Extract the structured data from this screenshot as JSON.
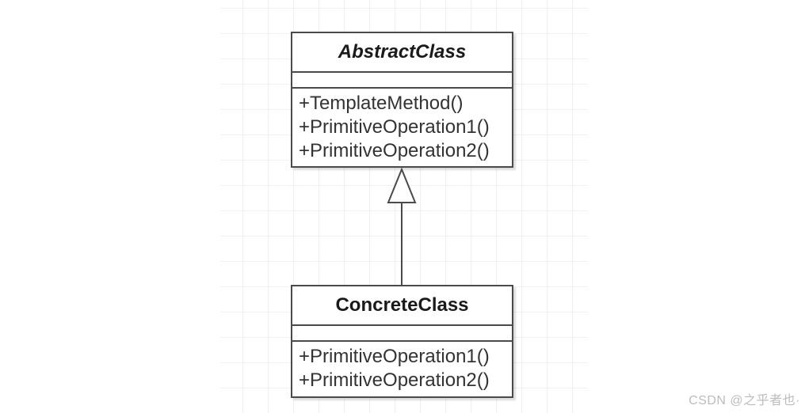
{
  "classes": [
    {
      "name": "AbstractClass",
      "kind": "abstract",
      "attributes": [],
      "methods": [
        "+TemplateMethod()",
        "+PrimitiveOperation1()",
        "+PrimitiveOperation2()"
      ]
    },
    {
      "name": "ConcreteClass",
      "kind": "concrete",
      "attributes": [],
      "methods": [
        "+PrimitiveOperation1()",
        "+PrimitiveOperation2()"
      ]
    }
  ],
  "connector": {
    "type": "generalization",
    "from": "ConcreteClass",
    "to": "AbstractClass"
  },
  "watermark": {
    "text": "CSDN @之乎者也·"
  },
  "colors": {
    "shape_border": "#4a4a4a",
    "shape_fill": "#ffffff",
    "grid_line": "#f0f0f0",
    "method_text": "#333333",
    "title_text": "#1a1a1a",
    "watermark_text": "#bcbcbc"
  }
}
